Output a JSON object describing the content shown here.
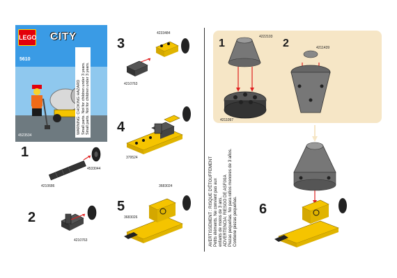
{
  "cover": {
    "brand": "LEGO",
    "theme": "CITY",
    "set_number": "5610",
    "item_code": "4523534",
    "warning_title": "WARNING:",
    "warning_title_2": "CHOKING HAZARD",
    "warning_text_1": "Small parts. Not for children under 3 years.",
    "warning_text_2": "Small parts. Not for children under 3 years."
  },
  "steps": {
    "s1": {
      "num": "1",
      "part_a": "4210686",
      "part_b": "4533044"
    },
    "s2": {
      "num": "2",
      "part_a": "4210763"
    },
    "s3": {
      "num": "3",
      "part_a": "4233484",
      "part_b": "4210763"
    },
    "s4": {
      "num": "4",
      "part_a": "379524"
    },
    "s5": {
      "num": "5",
      "part_a": "3683026",
      "part_b": "3683024"
    },
    "s6": {
      "num": "6"
    }
  },
  "inset": {
    "num_1": "1",
    "num_2": "2",
    "part_a": "4222103",
    "part_b": "4211097",
    "part_c": "4211439"
  },
  "side_warning": {
    "line_1": "AVERTISSEMENT : RISQUE D'ÉTOUFFEMENT",
    "line_2": "Petits éléments. Ne convient pas aux",
    "line_3": "enfants de moins de 3 ans.",
    "line_4": "ADVERTENCIA: RIESGO DE ASFIXIA",
    "line_5": "Piezas pequeñas. No para niños menores de 3 años.",
    "line_6": "Contiene piezas pequeñas."
  },
  "colors": {
    "cover_blue": "#3a9be5",
    "lego_red": "#e3000b",
    "yellow": "#f5c400",
    "dark_grey": "#3b3b3b",
    "mid_grey": "#8a8a8a",
    "inset_bg": "#f6e6c6",
    "arrow_red": "#e02020"
  }
}
